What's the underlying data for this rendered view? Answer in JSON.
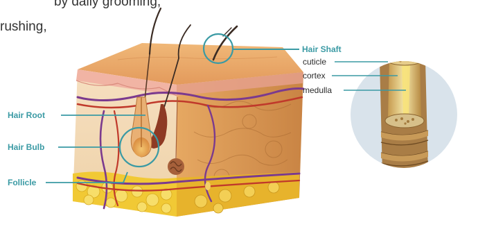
{
  "intro": {
    "line1": "by daily grooming,",
    "line2": "rushing,"
  },
  "labels": {
    "hair_shaft": "Hair Shaft",
    "cuticle": "cuticle",
    "cortex": "cortex",
    "medulla": "medulla",
    "hair_root": "Hair Root",
    "hair_bulb": "Hair Bulb",
    "follicle": "Follicle"
  },
  "colors": {
    "callout": "#3a9aa4",
    "skin_top": "#e8a468",
    "fat": "#f1c935",
    "magnifier_bg": "#d9e3eb"
  }
}
